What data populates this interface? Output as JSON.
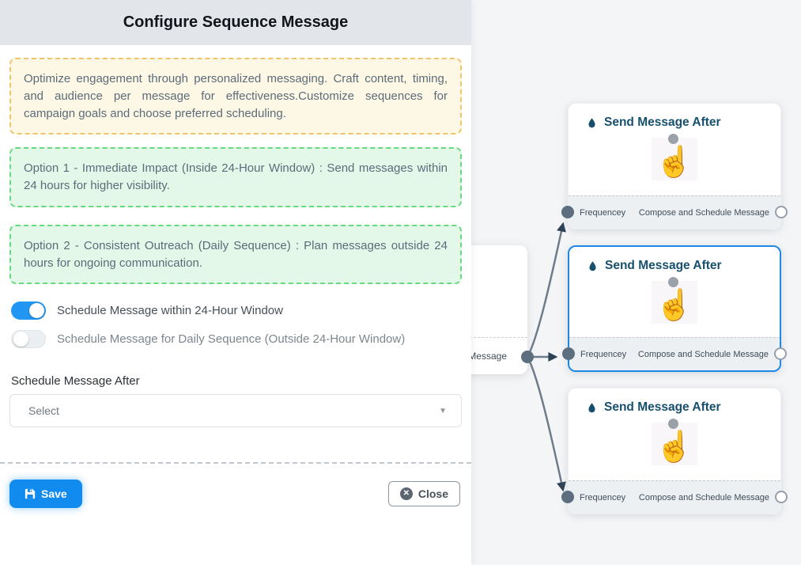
{
  "panel": {
    "title": "Configure Sequence Message",
    "intro_text": "Optimize engagement through personalized messaging. Craft content, timing, and audience per message for effectiveness.Customize sequences for campaign goals and choose preferred scheduling.",
    "option1_text": "Option 1 - Immediate Impact (Inside 24-Hour Window) : Send messages within 24 hours for higher visibility.",
    "option2_text": "Option 2 - Consistent Outreach (Daily Sequence) : Plan messages outside 24 hours for ongoing communication.",
    "toggles": [
      {
        "label": "Schedule Message within 24-Hour Window",
        "state": "on"
      },
      {
        "label": "Schedule Message for Daily Sequence (Outside 24-Hour Window)",
        "state": "off"
      }
    ],
    "schedule_after": {
      "label": "Schedule Message After",
      "value": "Select",
      "placeholder": "Select"
    },
    "save_label": "Save",
    "close_label": "Close"
  },
  "canvas": {
    "partial_node": {
      "footer_text": "ce Message"
    },
    "nodes": [
      {
        "title": "Send Message After",
        "left_handle_label": "Frequencey",
        "right_handle_label": "Compose and Schedule Message",
        "selected": false
      },
      {
        "title": "Send Message After",
        "left_handle_label": "Frequencey",
        "right_handle_label": "Compose and Schedule Message",
        "selected": true
      },
      {
        "title": "Send Message After",
        "left_handle_label": "Frequencey",
        "right_handle_label": "Compose and Schedule Message",
        "selected": false
      }
    ]
  },
  "icons": {
    "caret_glyph": "▼",
    "close_glyph": "✕",
    "hand_glyph": "☝"
  },
  "colors": {
    "accent_blue": "#118bee",
    "selected_border": "#1e88e5",
    "toggle_on": "#2196f3",
    "alert_yellow_border": "#f0c469",
    "alert_green_border": "#67da7f",
    "node_title": "#17506e",
    "edge_gray": "#6e7b8a",
    "header_bg": "#e2e5e9"
  }
}
